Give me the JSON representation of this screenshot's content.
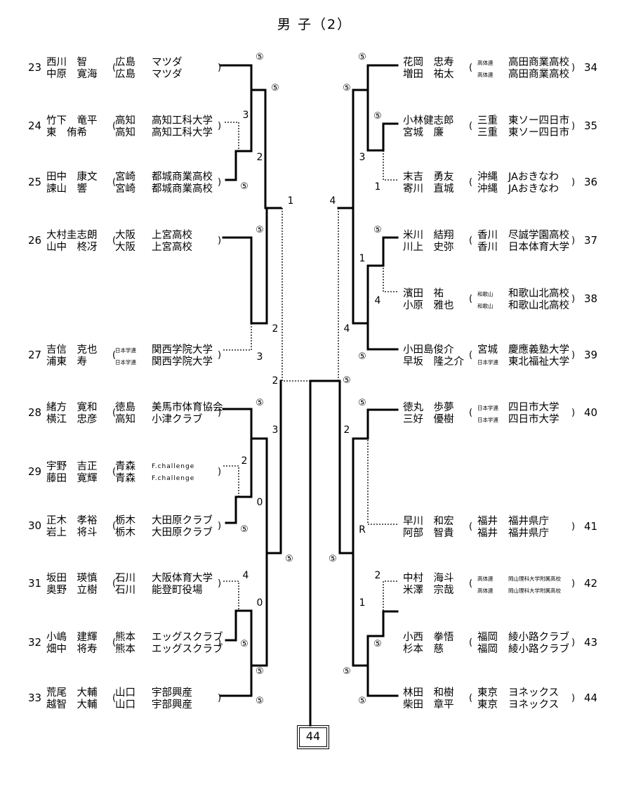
{
  "title": "男 子（2）",
  "final_match": "44",
  "left_entries": [
    {
      "seed": "23",
      "p1": {
        "name": "西川　智",
        "pref": "広島",
        "aff": "マツダ"
      },
      "p2": {
        "name": "中原　寛海",
        "pref": "広島",
        "aff": "マツダ"
      }
    },
    {
      "seed": "24",
      "p1": {
        "name": "竹下　竜平",
        "pref": "高知",
        "aff": "高知工科大学"
      },
      "p2": {
        "name": "東　侑希",
        "pref": "高知",
        "aff": "高知工科大学"
      }
    },
    {
      "seed": "25",
      "p1": {
        "name": "田中　康文",
        "pref": "宮崎",
        "aff": "都城商業高校"
      },
      "p2": {
        "name": "諫山　響",
        "pref": "宮崎",
        "aff": "都城商業高校"
      }
    },
    {
      "seed": "26",
      "p1": {
        "name": "大村圭志朗",
        "pref": "大阪",
        "aff": "上宮高校"
      },
      "p2": {
        "name": "山中　柊冴",
        "pref": "大阪",
        "aff": "上宮高校"
      }
    },
    {
      "seed": "27",
      "p1": {
        "name": "吉信　克也",
        "pref": "日本学連",
        "aff": "関西学院大学"
      },
      "p2": {
        "name": "浦東　寿",
        "pref": "日本学連",
        "aff": "関西学院大学"
      }
    },
    {
      "seed": "28",
      "p1": {
        "name": "緒方　寛和",
        "pref": "徳島",
        "aff": "美馬市体育協会"
      },
      "p2": {
        "name": "横江　忠彦",
        "pref": "高知",
        "aff": "小津クラブ"
      }
    },
    {
      "seed": "29",
      "p1": {
        "name": "宇野　吉正",
        "pref": "青森",
        "aff": "F.challenge"
      },
      "p2": {
        "name": "藤田　寛輝",
        "pref": "青森",
        "aff": "F.challenge"
      }
    },
    {
      "seed": "30",
      "p1": {
        "name": "正木　孝裕",
        "pref": "栃木",
        "aff": "大田原クラブ"
      },
      "p2": {
        "name": "岩上　将斗",
        "pref": "栃木",
        "aff": "大田原クラブ"
      }
    },
    {
      "seed": "31",
      "p1": {
        "name": "坂田　瑛慎",
        "pref": "石川",
        "aff": "大阪体育大学"
      },
      "p2": {
        "name": "奥野　立樹",
        "pref": "石川",
        "aff": "能登町役場"
      }
    },
    {
      "seed": "32",
      "p1": {
        "name": "小嶋　建輝",
        "pref": "熊本",
        "aff": "エッグスクラブ"
      },
      "p2": {
        "name": "畑中　将寿",
        "pref": "熊本",
        "aff": "エッグスクラブ"
      }
    },
    {
      "seed": "33",
      "p1": {
        "name": "荒尾　大輔",
        "pref": "山口",
        "aff": "宇部興産"
      },
      "p2": {
        "name": "越智　大輔",
        "pref": "山口",
        "aff": "宇部興産"
      }
    }
  ],
  "right_entries": [
    {
      "seed": "34",
      "p1": {
        "name": "花岡　忠寿",
        "pref": "高体連",
        "aff": "高田商業高校"
      },
      "p2": {
        "name": "増田　祐太",
        "pref": "高体連",
        "aff": "高田商業高校"
      }
    },
    {
      "seed": "35",
      "p1": {
        "name": "小林健志郎",
        "pref": "三重",
        "aff": "東ソー四日市"
      },
      "p2": {
        "name": "宮城　廉",
        "pref": "三重",
        "aff": "東ソー四日市"
      }
    },
    {
      "seed": "36",
      "p1": {
        "name": "末吉　勇友",
        "pref": "沖縄",
        "aff": "JAおきなわ"
      },
      "p2": {
        "name": "寄川　直城",
        "pref": "沖縄",
        "aff": "JAおきなわ"
      }
    },
    {
      "seed": "37",
      "p1": {
        "name": "米川　結翔",
        "pref": "香川",
        "aff": "尽誠学園高校"
      },
      "p2": {
        "name": "川上　史弥",
        "pref": "香川",
        "aff": "日本体育大学"
      }
    },
    {
      "seed": "38",
      "p1": {
        "name": "濱田　祐",
        "pref": "和歌山",
        "aff": "和歌山北高校"
      },
      "p2": {
        "name": "小原　雅也",
        "pref": "和歌山",
        "aff": "和歌山北高校"
      }
    },
    {
      "seed": "39",
      "p1": {
        "name": "小田島俊介",
        "pref": "宮城",
        "aff": "慶應義塾大学"
      },
      "p2": {
        "name": "早坂　隆之介",
        "pref": "日本学連",
        "aff": "東北福祉大学"
      }
    },
    {
      "seed": "40",
      "p1": {
        "name": "徳丸　歩夢",
        "pref": "日本学連",
        "aff": "四日市大学"
      },
      "p2": {
        "name": "三好　優樹",
        "pref": "日本学連",
        "aff": "四日市大学"
      }
    },
    {
      "seed": "41",
      "p1": {
        "name": "早川　和宏",
        "pref": "福井",
        "aff": "福井県庁"
      },
      "p2": {
        "name": "阿部　智貴",
        "pref": "福井",
        "aff": "福井県庁"
      }
    },
    {
      "seed": "42",
      "p1": {
        "name": "中村　海斗",
        "pref": "高体連",
        "aff": "岡山理科大学附属高校"
      },
      "p2": {
        "name": "米澤　宗哉",
        "pref": "高体連",
        "aff": "岡山理科大学附属高校"
      }
    },
    {
      "seed": "43",
      "p1": {
        "name": "小西　拳悟",
        "pref": "福岡",
        "aff": "綾小路クラブ"
      },
      "p2": {
        "name": "杉本　慈",
        "pref": "福岡",
        "aff": "綾小路クラブ"
      }
    },
    {
      "seed": "44",
      "p1": {
        "name": "林田　和樹",
        "pref": "東京",
        "aff": "ヨネックス"
      },
      "p2": {
        "name": "柴田　章平",
        "pref": "東京",
        "aff": "ヨネックス"
      }
    }
  ],
  "scores": {
    "l23": "⑤",
    "l23b": "⑤",
    "l24": "3",
    "l25": "⑤",
    "l25b": "2",
    "l26": "⑤",
    "l26b": "2",
    "l27": "3",
    "l_r3a": "1",
    "l_r3b": "2",
    "l28": "⑤",
    "l28b": "3",
    "l29": "2",
    "l30": "⑤",
    "l30b": "0",
    "l31": "4",
    "l32": "⑤",
    "l32b": "0",
    "l33": "⑤",
    "l33b": "⑤",
    "l_r3c": "⑤",
    "r34": "⑤",
    "r34b": "⑤",
    "r35": "⑤",
    "r35b": "3",
    "r36": "1",
    "r37": "⑤",
    "r37b": "1",
    "r38": "4",
    "r39": "⑤",
    "r39b": "4",
    "r_r3a": "4",
    "r40": "⑤",
    "r40b": "2",
    "r41": "R",
    "r_r3b": "⑤",
    "r42": "2",
    "r42b": "1",
    "r43": "⑤",
    "r44": "⑤",
    "r44b": "⑤",
    "r_r3c": "⑤"
  }
}
